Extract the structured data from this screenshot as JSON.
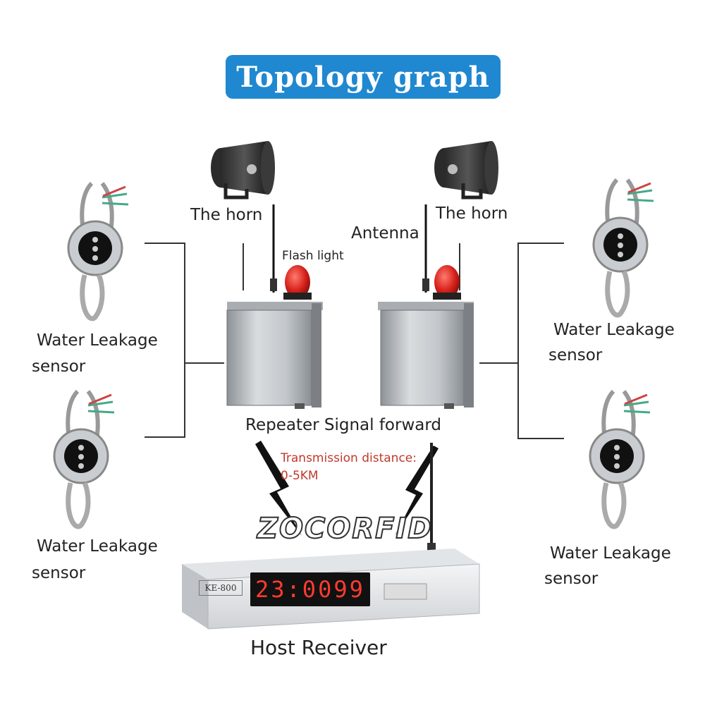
{
  "title": "Topology graph",
  "watermark": "ZOCORFID",
  "labels": {
    "horn_left": "The horn",
    "horn_right": "The horn",
    "antenna": "Antenna",
    "flash_light": "Flash light",
    "sensor_top_left_1": "Water Leakage",
    "sensor_top_left_2": "sensor",
    "sensor_bottom_left_1": "Water Leakage",
    "sensor_bottom_left_2": "sensor",
    "sensor_top_right_1": "Water Leakage",
    "sensor_top_right_2": "sensor",
    "sensor_bottom_right_1": "Water Leakage",
    "sensor_bottom_right_2": "sensor",
    "repeater": "Repeater Signal forward",
    "transmission_1": "Transmission distance:",
    "transmission_2": "0-5KM",
    "host": "Host Receiver"
  },
  "receiver": {
    "model": "KE-800",
    "display": "23:0099"
  },
  "colors": {
    "title_bg": "#1f88d0",
    "display_text": "#ff3b2f",
    "flash_red": "#d6201a",
    "transmission_text": "#c0392b"
  }
}
